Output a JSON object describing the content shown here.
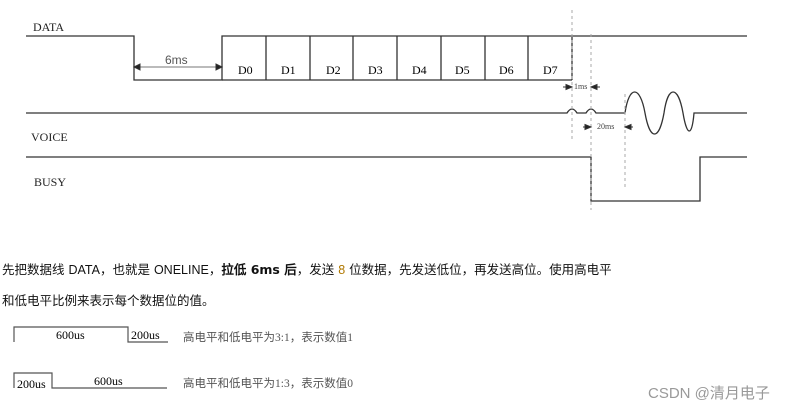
{
  "diagram": {
    "signals": {
      "data": "DATA",
      "voice": "VOICE",
      "busy": "BUSY"
    },
    "low_pulse_label": "6ms",
    "bits": [
      "D0",
      "D1",
      "D2",
      "D3",
      "D4",
      "D5",
      "D6",
      "D7"
    ],
    "gap_label": "1ms",
    "delay_label": "20ms"
  },
  "text": {
    "p1_a": "先把数据线 ",
    "p1_data": "DATA",
    "p1_b": "，也就是 ",
    "p1_oneline": "ONELINE",
    "p1_c": "，",
    "p1_bold": "拉低  6ms  后",
    "p1_d": "，发送  ",
    "p1_8": "8",
    "p1_e": "  位数据，先发送低位，再发送高位。使用高电平",
    "p2": "和低电平比例来表示每个数据位的值。"
  },
  "bit_examples": [
    {
      "high": "600us",
      "low": "200us",
      "caption": "高电平和低电平为3:1，表示数值1"
    },
    {
      "high": "200us",
      "low": "600us",
      "caption": "高电平和低电平为1:3，表示数值0"
    }
  ],
  "watermark": "CSDN @清月电子"
}
